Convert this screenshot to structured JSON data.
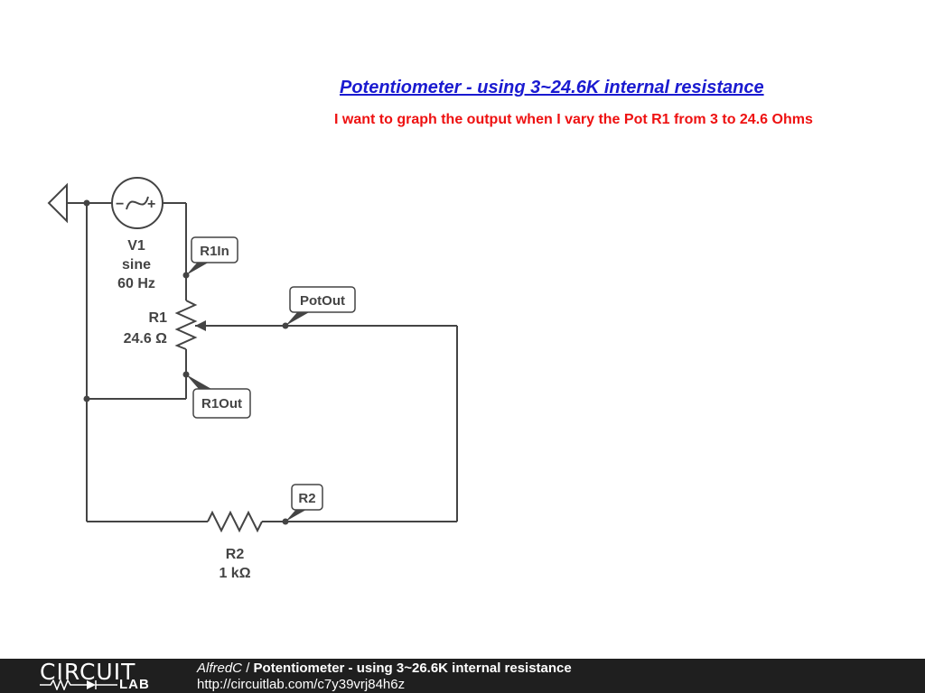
{
  "diagram": {
    "title": "Potentiometer - using 3~24.6K internal resistance",
    "note": "I want to graph the output when I vary the Pot R1 from 3 to 24.6 Ohms",
    "components": {
      "v1": {
        "name": "V1",
        "type": "sine",
        "freq": "60 Hz"
      },
      "r1": {
        "name": "R1",
        "value": "24.6 Ω"
      },
      "r2": {
        "name": "R2",
        "value": "1 kΩ"
      }
    },
    "net_labels": {
      "r1in": "R1In",
      "potout": "PotOut",
      "r1out": "R1Out",
      "r2": "R2"
    },
    "source_symbols": {
      "minus": "−",
      "plus": "+"
    }
  },
  "footer": {
    "logo_top": "CIRCUIT",
    "logo_bottom": "LAB",
    "author": "AlfredC",
    "separator": " / ",
    "circuit_title": "Potentiometer - using 3~26.6K internal resistance",
    "url": "http://circuitlab.com/c7y39vrj84h6z"
  },
  "colors": {
    "wire": "#444444",
    "title": "#1a1ad0",
    "note": "#ee1111",
    "footer_bg": "#1f1f1f"
  }
}
